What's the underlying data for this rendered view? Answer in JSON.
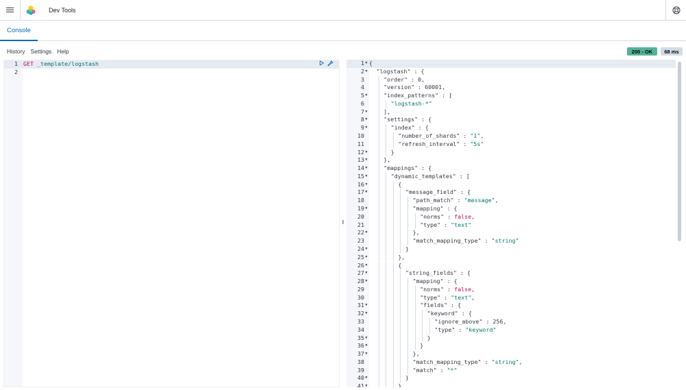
{
  "header": {
    "app_title": "Dev Tools",
    "menu_icon": "hamburger-icon",
    "logo_icon": "elastic-logo-icon",
    "help_icon": "help-icon"
  },
  "tabs": [
    {
      "label": "Console",
      "active": true
    }
  ],
  "subnav": {
    "history": "History",
    "settings": "Settings",
    "help": "Help"
  },
  "status": {
    "code_label": "200 - OK",
    "time_label": "68 ms",
    "ok_color": "#54b399",
    "time_color": "#d3dae6"
  },
  "request_editor": {
    "lines": [
      {
        "num": "1",
        "method": "GET",
        "path": " _template/logstash"
      },
      {
        "num": "2",
        "method": "",
        "path": ""
      }
    ],
    "run_icon": "play-icon",
    "wrench_icon": "wrench-icon"
  },
  "resizer_glyph": "‖",
  "response": {
    "lines": [
      {
        "num": "1",
        "fold": true,
        "indent": 0,
        "text": "{"
      },
      {
        "num": "2",
        "fold": true,
        "indent": 1,
        "text": "\"logstash\" : {"
      },
      {
        "num": "3",
        "fold": false,
        "indent": 2,
        "text": "\"order\" : 0,"
      },
      {
        "num": "4",
        "fold": false,
        "indent": 2,
        "text": "\"version\" : 60001,"
      },
      {
        "num": "5",
        "fold": true,
        "indent": 2,
        "text": "\"index_patterns\" : ["
      },
      {
        "num": "6",
        "fold": false,
        "indent": 3,
        "text": "\"logstash-*\""
      },
      {
        "num": "7",
        "fold": true,
        "indent": 2,
        "text": "],"
      },
      {
        "num": "8",
        "fold": true,
        "indent": 2,
        "text": "\"settings\" : {"
      },
      {
        "num": "9",
        "fold": true,
        "indent": 3,
        "text": "\"index\" : {"
      },
      {
        "num": "10",
        "fold": false,
        "indent": 4,
        "text": "\"number_of_shards\" : \"1\","
      },
      {
        "num": "11",
        "fold": false,
        "indent": 4,
        "text": "\"refresh_interval\" : \"5s\""
      },
      {
        "num": "12",
        "fold": true,
        "indent": 3,
        "text": "}"
      },
      {
        "num": "13",
        "fold": true,
        "indent": 2,
        "text": "},"
      },
      {
        "num": "14",
        "fold": true,
        "indent": 2,
        "text": "\"mappings\" : {"
      },
      {
        "num": "15",
        "fold": true,
        "indent": 3,
        "text": "\"dynamic_templates\" : ["
      },
      {
        "num": "16",
        "fold": true,
        "indent": 4,
        "text": "{"
      },
      {
        "num": "17",
        "fold": true,
        "indent": 5,
        "text": "\"message_field\" : {"
      },
      {
        "num": "18",
        "fold": false,
        "indent": 6,
        "text": "\"path_match\" : \"message\","
      },
      {
        "num": "19",
        "fold": true,
        "indent": 6,
        "text": "\"mapping\" : {"
      },
      {
        "num": "20",
        "fold": false,
        "indent": 7,
        "text": "\"norms\" : false,"
      },
      {
        "num": "21",
        "fold": false,
        "indent": 7,
        "text": "\"type\" : \"text\""
      },
      {
        "num": "22",
        "fold": true,
        "indent": 6,
        "text": "},"
      },
      {
        "num": "23",
        "fold": false,
        "indent": 6,
        "text": "\"match_mapping_type\" : \"string\""
      },
      {
        "num": "24",
        "fold": true,
        "indent": 5,
        "text": "}"
      },
      {
        "num": "25",
        "fold": true,
        "indent": 4,
        "text": "},"
      },
      {
        "num": "26",
        "fold": true,
        "indent": 4,
        "text": "{"
      },
      {
        "num": "27",
        "fold": true,
        "indent": 5,
        "text": "\"string_fields\" : {"
      },
      {
        "num": "28",
        "fold": true,
        "indent": 6,
        "text": "\"mapping\" : {"
      },
      {
        "num": "29",
        "fold": false,
        "indent": 7,
        "text": "\"norms\" : false,"
      },
      {
        "num": "30",
        "fold": false,
        "indent": 7,
        "text": "\"type\" : \"text\","
      },
      {
        "num": "31",
        "fold": true,
        "indent": 7,
        "text": "\"fields\" : {"
      },
      {
        "num": "32",
        "fold": true,
        "indent": 8,
        "text": "\"keyword\" : {"
      },
      {
        "num": "33",
        "fold": false,
        "indent": 9,
        "text": "\"ignore_above\" : 256,"
      },
      {
        "num": "34",
        "fold": false,
        "indent": 9,
        "text": "\"type\" : \"keyword\""
      },
      {
        "num": "35",
        "fold": true,
        "indent": 8,
        "text": "}"
      },
      {
        "num": "36",
        "fold": true,
        "indent": 7,
        "text": "}"
      },
      {
        "num": "37",
        "fold": true,
        "indent": 6,
        "text": "},"
      },
      {
        "num": "38",
        "fold": false,
        "indent": 6,
        "text": "\"match_mapping_type\" : \"string\","
      },
      {
        "num": "39",
        "fold": false,
        "indent": 6,
        "text": "\"match\" : \"*\""
      },
      {
        "num": "40",
        "fold": true,
        "indent": 5,
        "text": "}"
      },
      {
        "num": "41",
        "fold": true,
        "indent": 4,
        "text": "}"
      }
    ]
  }
}
